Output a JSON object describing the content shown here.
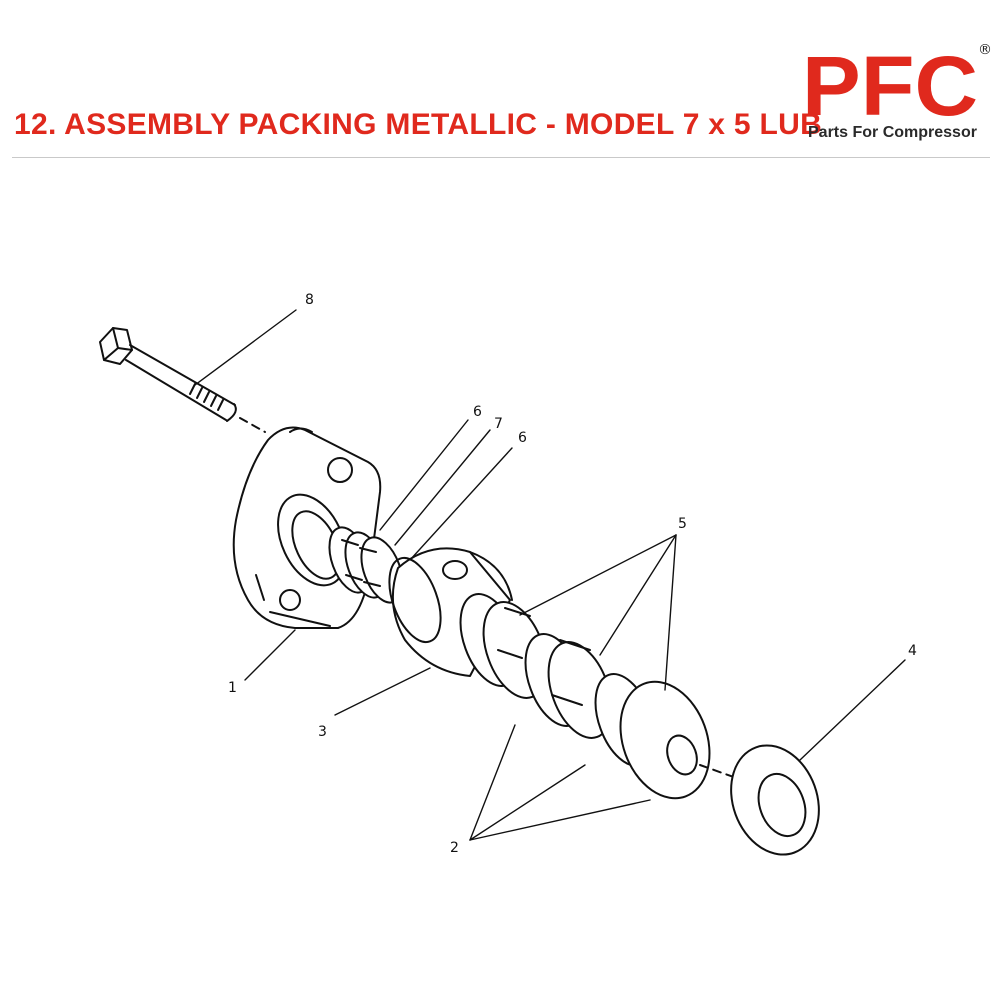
{
  "header": {
    "title": "12. ASSEMBLY PACKING METALLIC - MODEL 7 x 5 LUB"
  },
  "logo": {
    "mark": "PFC",
    "registered": "®",
    "tagline": "Parts For Compressor",
    "color": "#e0291d"
  },
  "diagram": {
    "callouts": [
      "8",
      "6",
      "7",
      "6",
      "5",
      "4",
      "1",
      "3",
      "2"
    ]
  },
  "colors": {
    "title": "#e0291d",
    "line": "#111111",
    "divider": "#c9c9c9"
  }
}
